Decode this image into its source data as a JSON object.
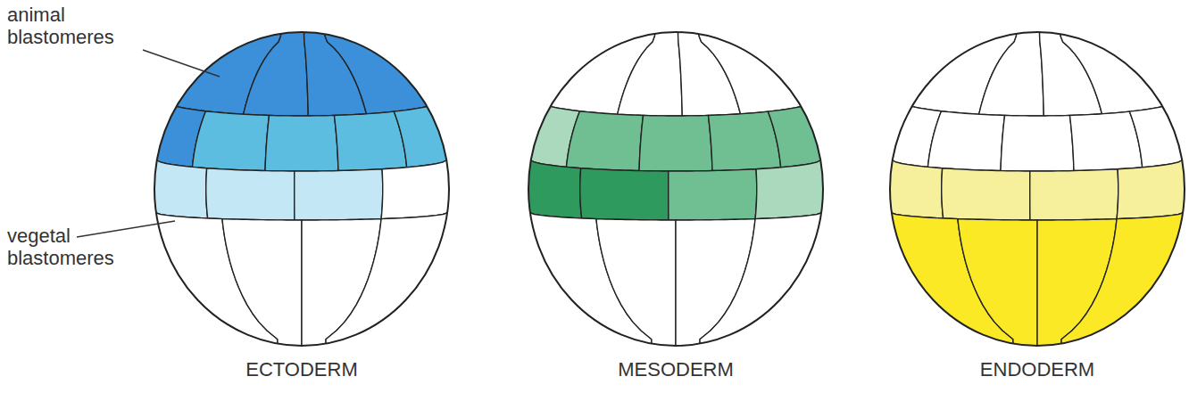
{
  "diagram": {
    "labels": [
      "animal blastomeres",
      "vegetal blastomeres",
      "ECTODERM",
      "MESODERM",
      "ENDODERM"
    ]
  }
}
